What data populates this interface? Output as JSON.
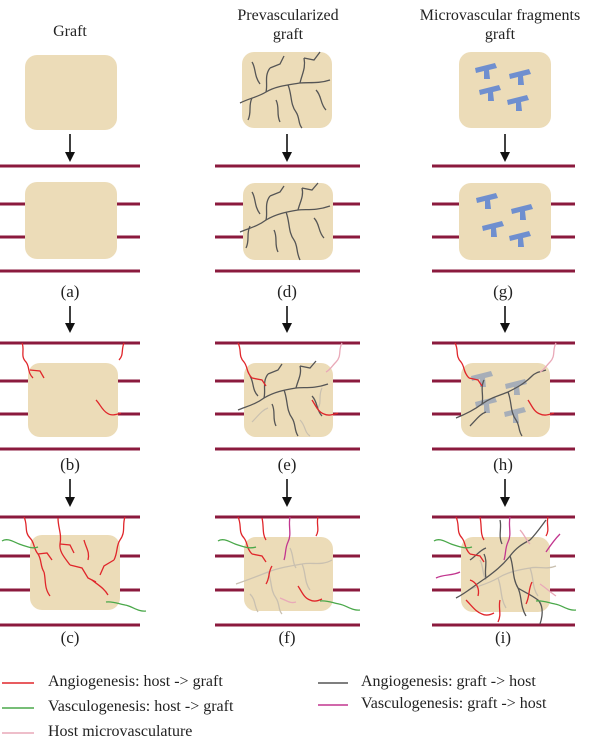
{
  "columns": [
    {
      "title_lines": [
        "Graft"
      ]
    },
    {
      "title_lines": [
        "Prevascularized",
        "graft"
      ]
    },
    {
      "title_lines": [
        "Microvascular fragments",
        "graft"
      ]
    }
  ],
  "panel_labels": [
    "(a)",
    "(b)",
    "(c)",
    "(d)",
    "(e)",
    "(f)",
    "(g)",
    "(h)",
    "(i)"
  ],
  "legend": [
    {
      "label": "Angiogenesis: host -> graft",
      "color": "#e0262b"
    },
    {
      "label": "Vasculogenesis: host -> graft",
      "color": "#4aa84a"
    },
    {
      "label": "Host microvasculature",
      "color": "#e9a9b8"
    },
    {
      "label": "Angiogenesis: graft -> host",
      "color": "#555555"
    },
    {
      "label": "Vasculogenesis: graft -> host",
      "color": "#c2368f"
    }
  ],
  "colors": {
    "graft_fill": "#ecdcb8",
    "host_vessel": "#8b1a3d",
    "fragment": "#6f8fcf",
    "fragment_faded": "#a7aeb8",
    "graft_vessel": "#555555"
  }
}
